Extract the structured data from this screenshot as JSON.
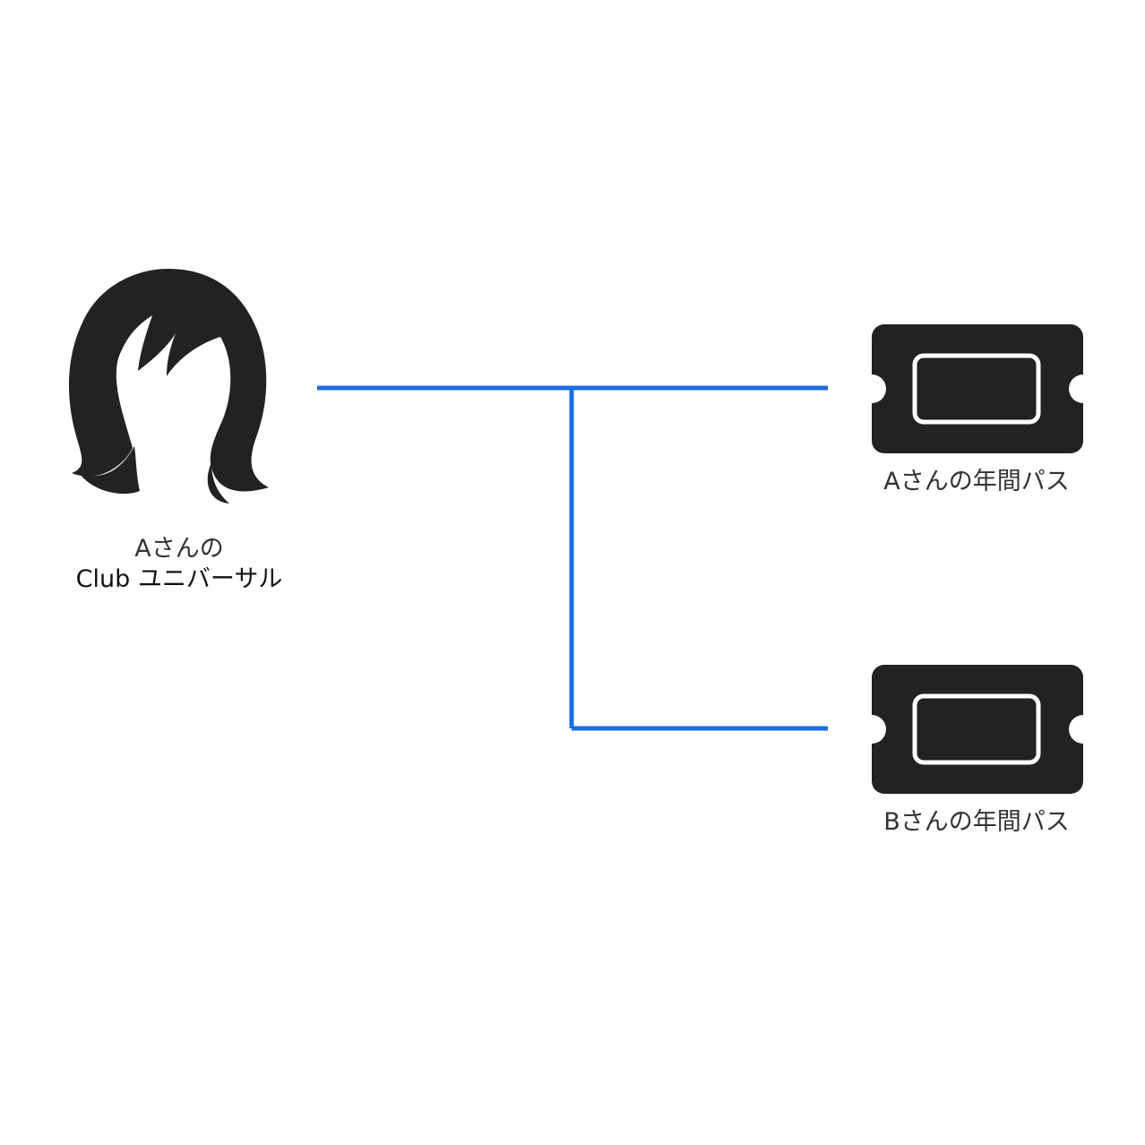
{
  "colors": {
    "connector": "#1a6fe0",
    "icon": "#222222",
    "ticket_window_border": "#ffffff",
    "label_text": "#333333"
  },
  "person": {
    "icon": "woman-silhouette-icon",
    "label_line1": "Aさんの",
    "label_line2": "Club ユニバーサル"
  },
  "passes": [
    {
      "icon": "ticket-icon",
      "label": "Aさんの年間パス"
    },
    {
      "icon": "ticket-icon",
      "label": "Bさんの年間パス"
    }
  ]
}
